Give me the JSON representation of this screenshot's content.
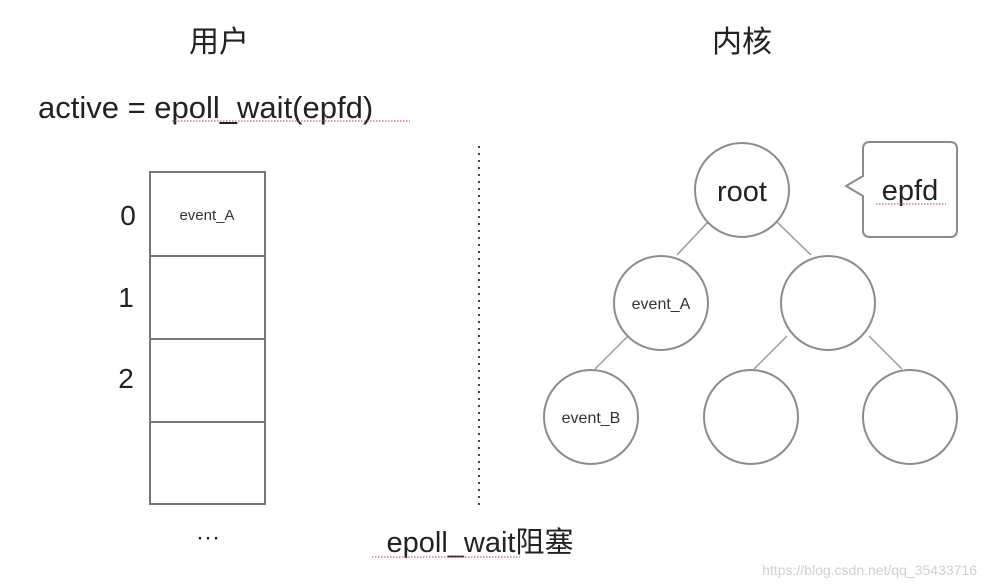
{
  "headers": {
    "user": "用户",
    "kernel": "内核"
  },
  "call": "active = epoll_wait(epfd)",
  "array": {
    "indices": [
      "0",
      "1",
      "2"
    ],
    "cells": [
      "event_A",
      "",
      "",
      ""
    ],
    "ellipsis": "···"
  },
  "tree": {
    "root": "root",
    "left": "event_A",
    "right": "",
    "left_child": "event_B",
    "right_left": "",
    "right_right": ""
  },
  "callout": "epfd",
  "footer": "epoll_wait阻塞",
  "watermark": "https://blog.csdn.net/qq_35433716"
}
